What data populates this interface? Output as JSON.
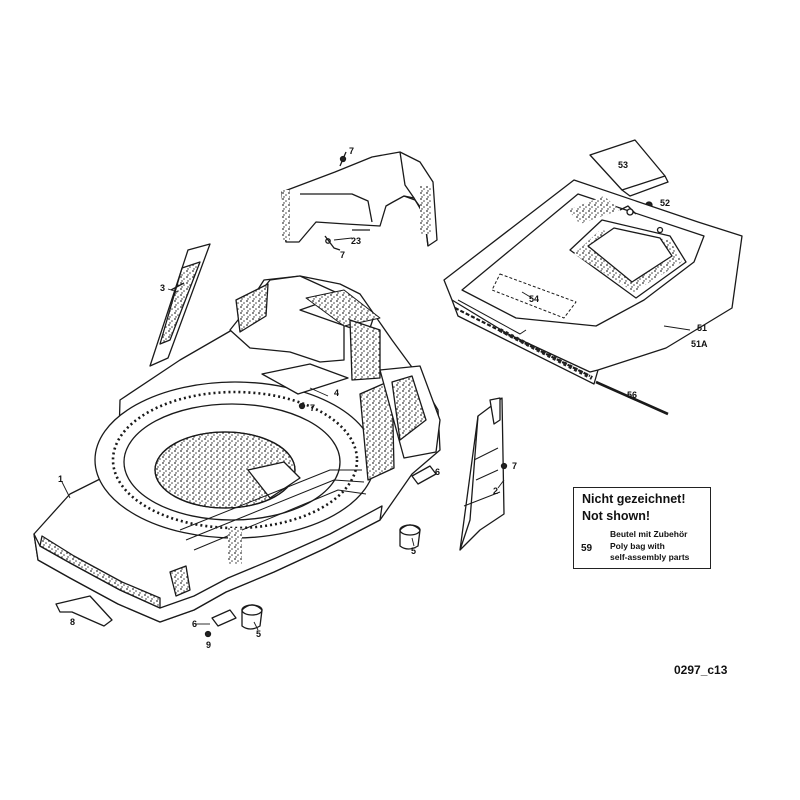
{
  "diagram": {
    "code": "0297_c13",
    "labels": {
      "p1": "1",
      "p2": "2",
      "p3": "3",
      "p4": "4",
      "p5a": "5",
      "p5b": "5",
      "p6a": "6",
      "p6b": "6",
      "p7a": "7",
      "p7b": "7",
      "p7c": "7",
      "p7d": "7",
      "p8": "8",
      "p9": "9",
      "p23": "23",
      "p51": "51",
      "p51a": "51A",
      "p52": "52",
      "p53": "53",
      "p54": "54",
      "p56": "56"
    },
    "legend": {
      "title_de": "Nicht gezeichnet!",
      "title_en": "Not shown!",
      "number": "59",
      "desc_de": "Beutel mit Zubehör",
      "desc_en_1": "Poly bag with",
      "desc_en_2": "self-assembly parts"
    }
  }
}
